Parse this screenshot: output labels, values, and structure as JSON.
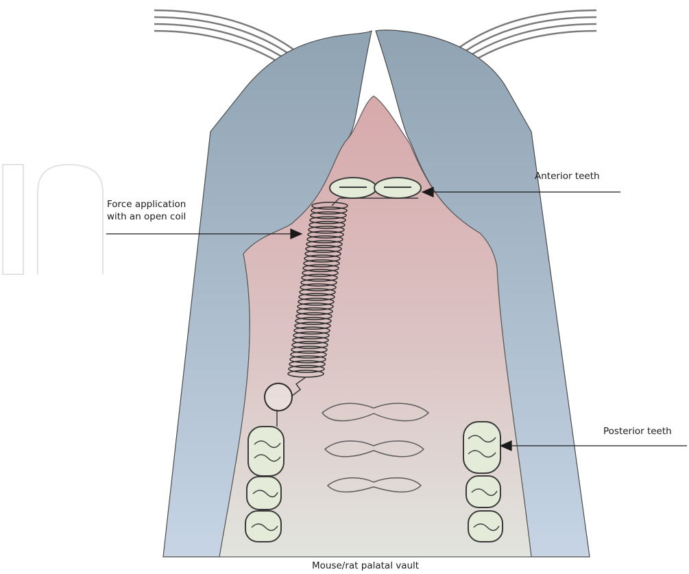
{
  "diagram": {
    "labels": {
      "anterior_teeth": "Anterior teeth",
      "force_line1": "Force application",
      "force_line2": "with an open coil",
      "posterior_teeth": "Posterior teeth",
      "palatal_vault": "Mouse/rat palatal vault"
    },
    "colors": {
      "cheek_top": "#8fa3b2",
      "cheek_bottom": "#c6d4e4",
      "palate_top": "#d7b2b2",
      "palate_bottom": "#e2e4de",
      "tooth_fill": "#e4ebd8",
      "outline": "#3a3a3a"
    }
  }
}
